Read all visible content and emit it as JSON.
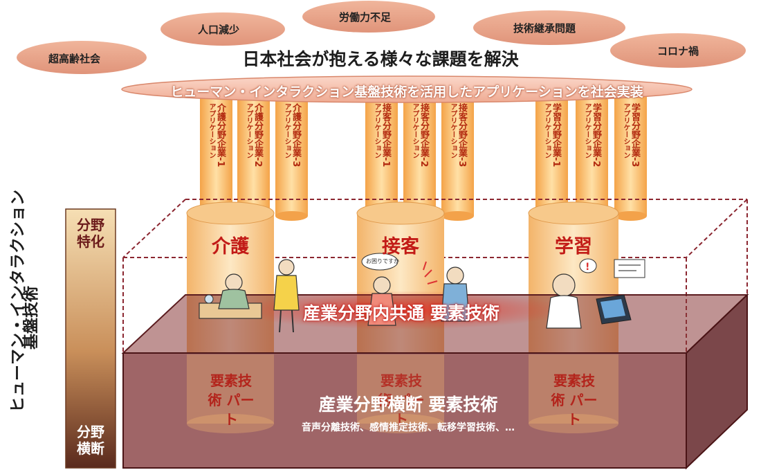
{
  "issues": [
    {
      "label": "超高齢社会"
    },
    {
      "label": "人口減少"
    },
    {
      "label": "労働力不足"
    },
    {
      "label": "技術継承問題"
    },
    {
      "label": "コロナ禍"
    }
  ],
  "headline": "日本社会が抱える様々な課題を解決",
  "banner": "ヒューマン・インタラクション基盤技術を活用したアプリケーションを社会実装",
  "pillars": [
    {
      "name": "介護",
      "apps": [
        "介護分野企業-1 アプリケーション",
        "介護分野企業-2 アプリケーション",
        "介護分野企業-3 アプリケーション"
      ]
    },
    {
      "name": "接客",
      "apps": [
        "接客分野企業-1 アプリケーション",
        "接客分野企業-2 アプリケーション",
        "接客分野企業-3 アプリケーション"
      ]
    },
    {
      "name": "学習",
      "apps": [
        "学習分野企業-1 アプリケーション",
        "学習分野企業-2 アプリケーション",
        "学習分野企業-3 アプリケーション"
      ]
    }
  ],
  "speech_bubble": "お困りですか",
  "sector_common": "産業分野内共通 要素技術",
  "element_part": "要素技術 パート",
  "cross_sector": "産業分野横断 要素技術",
  "cross_examples": "音声分離技術、感情推定技術、転移学習技術、…",
  "axis": {
    "top": "分野 特化",
    "bottom": "分野 横断",
    "vertical_label_1": "ヒューマン・インタラクション",
    "vertical_label_2": "基盤技術"
  },
  "colors": {
    "ellipse": "#e8a58a",
    "pillar": "#f6b862",
    "box": "#7b2b2e",
    "accent_red": "#c21b17"
  }
}
